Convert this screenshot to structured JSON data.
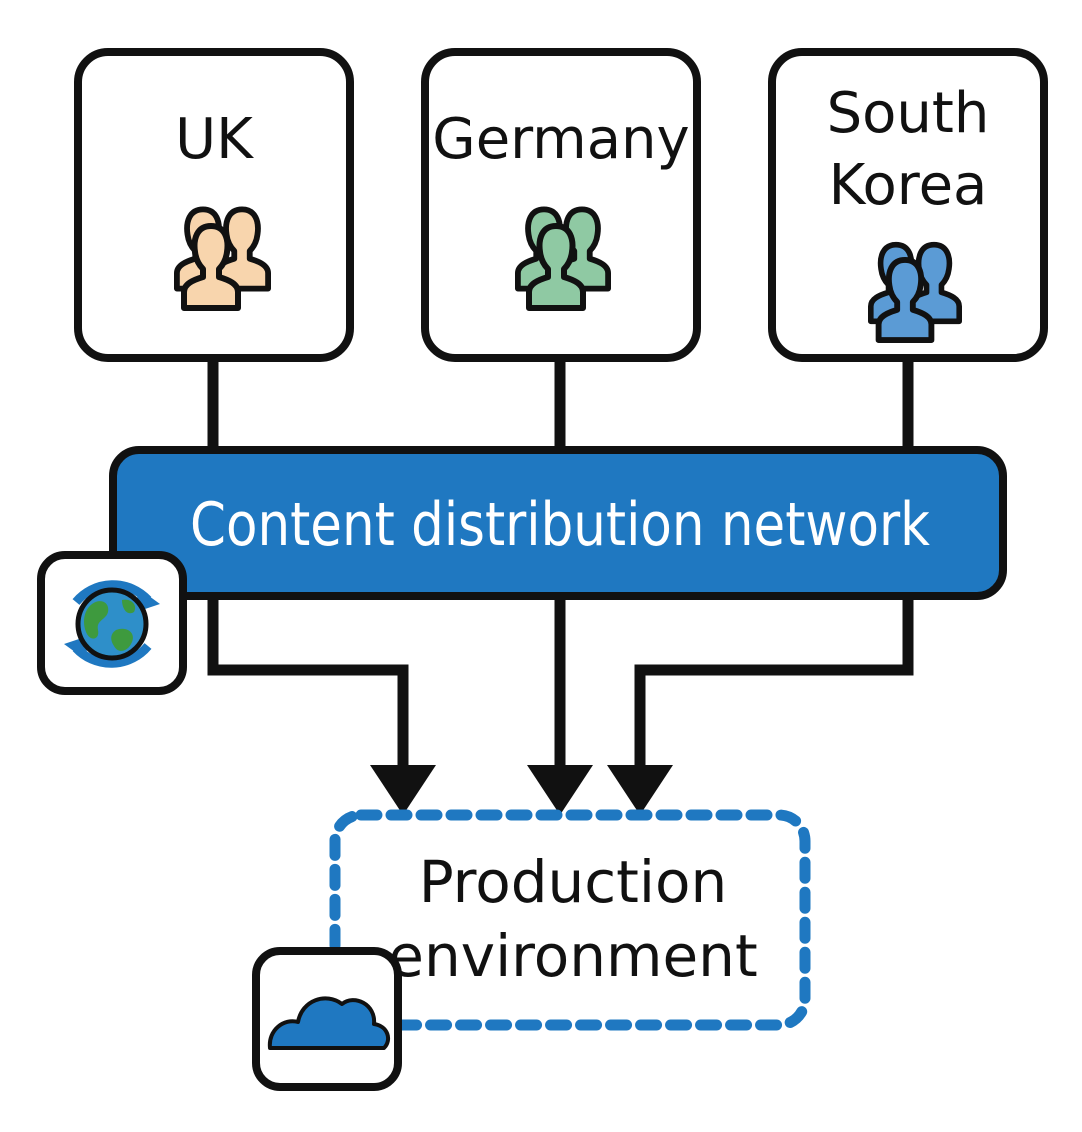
{
  "regions": [
    {
      "lines": [
        "UK"
      ],
      "color": "#f8d5ad",
      "icon": "users-icon"
    },
    {
      "lines": [
        "Germany"
      ],
      "color": "#8fc9a3",
      "icon": "users-icon"
    },
    {
      "lines": [
        "South",
        "Korea"
      ],
      "color": "#5b9bd5",
      "icon": "users-icon"
    }
  ],
  "cdn": {
    "label": "Content distribution network",
    "color": "#1f78c1",
    "icon": "globe-sync-icon"
  },
  "production": {
    "lines": [
      "Production",
      "environment"
    ],
    "border_color": "#1f78c1",
    "icon": "cloud-icon"
  }
}
